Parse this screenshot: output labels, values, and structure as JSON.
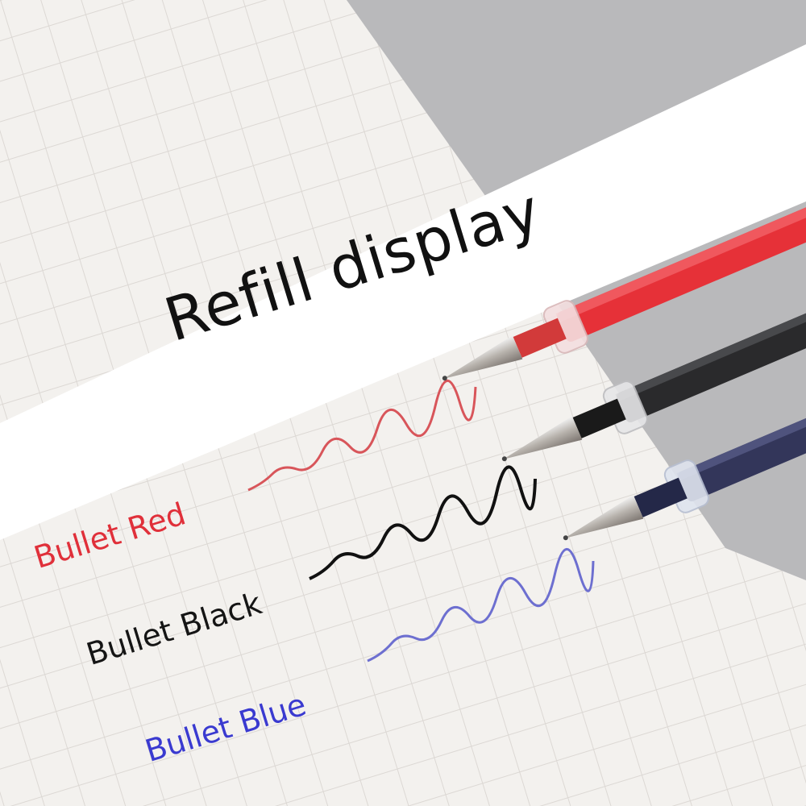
{
  "banner": {
    "text": "Refill display"
  },
  "refills": [
    {
      "label": "Bullet Red",
      "color": "#e0303a"
    },
    {
      "label": "Bullet Black",
      "color": "#151515"
    },
    {
      "label": "Bullet Blue",
      "color": "#3a3ad0"
    }
  ],
  "colors": {
    "paper": "#f3f1ee",
    "grid": "#dcd8d4",
    "backdrop_gray": "#b9b9bb",
    "banner": "#ffffff"
  }
}
